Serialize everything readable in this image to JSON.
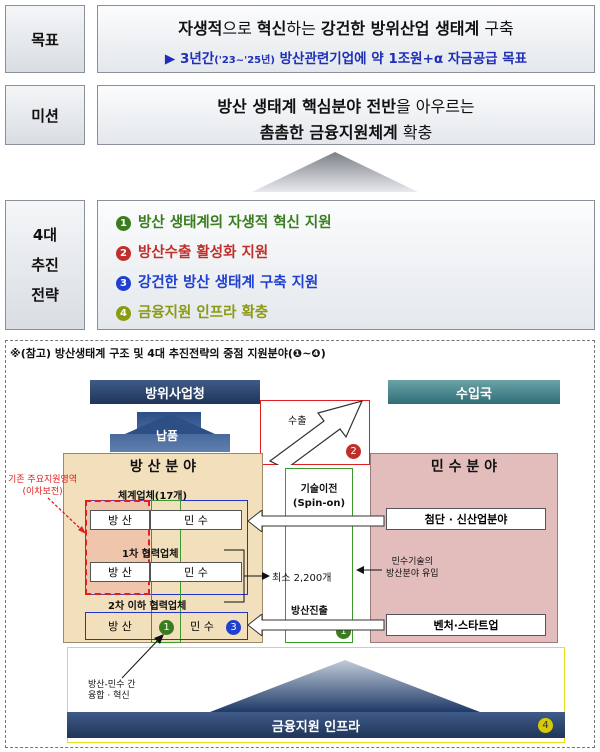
{
  "goal": {
    "label": "목표",
    "line1": {
      "t1": "자생적",
      "t2": "으로 ",
      "t3": "혁신",
      "t4": "하는 ",
      "t5": "강건한 방위산업 생태계",
      "t6": " 구축"
    },
    "line2": {
      "arrow": "▶",
      "t1": "3년간",
      "t2": "('23~'25년)",
      "t3": " 방산관련기업에 약 1조원+α 자금공급 목표"
    }
  },
  "mission": {
    "label": "미션",
    "line1": {
      "t1": "방산 생태계 핵심분야 전반",
      "t2": "을 아우르는"
    },
    "line2": {
      "t1": "촘촘한 금융지원체계",
      "t2": " 확충"
    }
  },
  "strategy": {
    "label_lines": [
      "4대",
      "추진",
      "전략"
    ],
    "items": [
      {
        "num": "1",
        "text": "방산 생태계의 자생적 혁신 지원",
        "color": "#3a7d1e"
      },
      {
        "num": "2",
        "text": "방산수출 활성화 지원",
        "color": "#c0302a"
      },
      {
        "num": "3",
        "text": "강건한 방산 생태계 구축 지원",
        "color": "#1f3fd0"
      },
      {
        "num": "4",
        "text": "금융지원 인프라 확충",
        "color": "#8a9a12"
      }
    ]
  },
  "diagram": {
    "title": "※(참고) 방산생태계 구조 및 4대 추진전략의 중점 지원분야(❶~❹)",
    "defense_agency": "방위사업청",
    "importer": "수입국",
    "delivery": "납품",
    "export": "수출",
    "defense_sector": "방 산 분 야",
    "civil_sector": "민 수 분 야",
    "system_firms": "체계업체(17개)",
    "tier1": "1차 협력업체",
    "tier2": "2차 이하 협력업체",
    "bangsan": "방 산",
    "minsu": "민 수",
    "existing_note": "기존 주요지원영역\n(이차보전)",
    "tech_transfer": "기술이전\n(Spin-on)",
    "min_count": "최소 2,200개",
    "civil_inflow": "민수기술의\n방산분야 유입",
    "defense_entry": "방산진출",
    "advanced": "첨단 · 신산업분야",
    "venture": "벤처·스타트업",
    "fusion_note": "방산-민수 간\n융합 · 혁신",
    "finance_infra": "금융지원 인프라",
    "badges": {
      "b1": "1",
      "b2": "2",
      "b3": "3",
      "b4": "4",
      "b5": "1"
    }
  }
}
